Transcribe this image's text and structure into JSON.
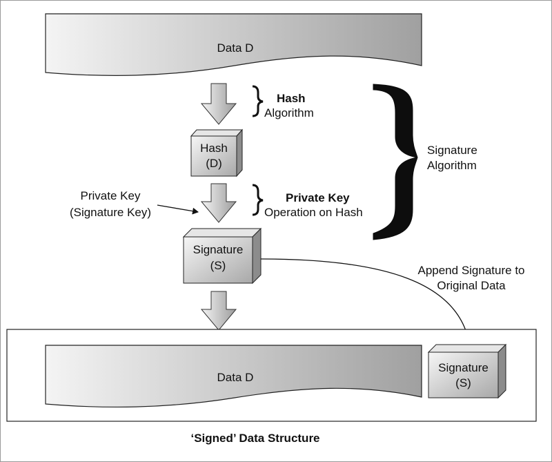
{
  "top_doc": {
    "label": "Data D"
  },
  "hash_step": {
    "title": "Hash",
    "subtitle": "Algorithm"
  },
  "hash_box": {
    "line1": "Hash",
    "line2": "(D)"
  },
  "private_key_input": {
    "line1": "Private Key",
    "line2": "(Signature Key)"
  },
  "private_key_step": {
    "title": "Private Key",
    "subtitle": "Operation on Hash"
  },
  "signature_algorithm": {
    "line1": "Signature",
    "line2": "Algorithm"
  },
  "signature_box": {
    "line1": "Signature",
    "line2": "(S)"
  },
  "append_note": {
    "line1": "Append Signature to",
    "line2": "Original Data"
  },
  "signed_structure": {
    "data_label": "Data D",
    "signature_line1": "Signature",
    "signature_line2": "(S)",
    "caption": "‘Signed’ Data Structure"
  },
  "colors": {
    "fill_light": "#f2f2f2",
    "fill_dark": "#9a9a9a",
    "stroke": "#222222"
  }
}
